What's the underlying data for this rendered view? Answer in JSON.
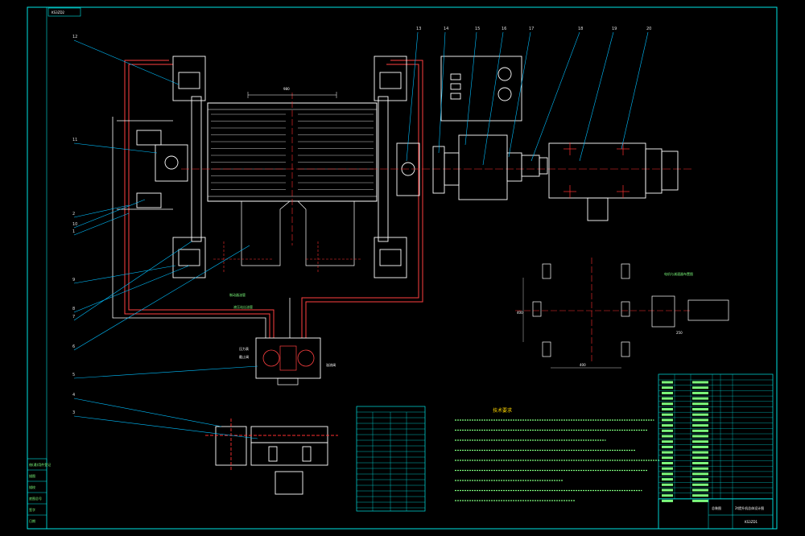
{
  "drawing": {
    "code_box": "KS3ZD2",
    "title_block_name": "总装图",
    "title_block_desc": "2t提升机总体设计图",
    "title_block_code": "KS3ZD1",
    "tech_title": "技术要求",
    "right_view_title": "电机与减速器布置图",
    "dim_top": "980",
    "dim_right_a": "400",
    "dim_right_b": "400",
    "dim_right_h": "250"
  },
  "balloons": [
    "12",
    "11",
    "10",
    "9",
    "8",
    "7",
    "6",
    "5",
    "4",
    "3",
    "2",
    "1",
    "13",
    "14",
    "15",
    "16",
    "17",
    "18",
    "19",
    "20"
  ],
  "bottom_labels": [
    "制动器油管",
    "液压站出油管"
  ],
  "valve_labels": [
    "压力表",
    "截止阀",
    "溢流阀"
  ],
  "left_stack": [
    "借(通)用件登记",
    "描图",
    "描校",
    "底图总号",
    "签字",
    "日期"
  ],
  "colors": {
    "frame": "#00E5E5",
    "part": "#FFFFFF",
    "hydraulic": "#FF4040",
    "centerline": "#FF3030",
    "text": "#7CFC7C",
    "leader": "#00BFFF"
  }
}
